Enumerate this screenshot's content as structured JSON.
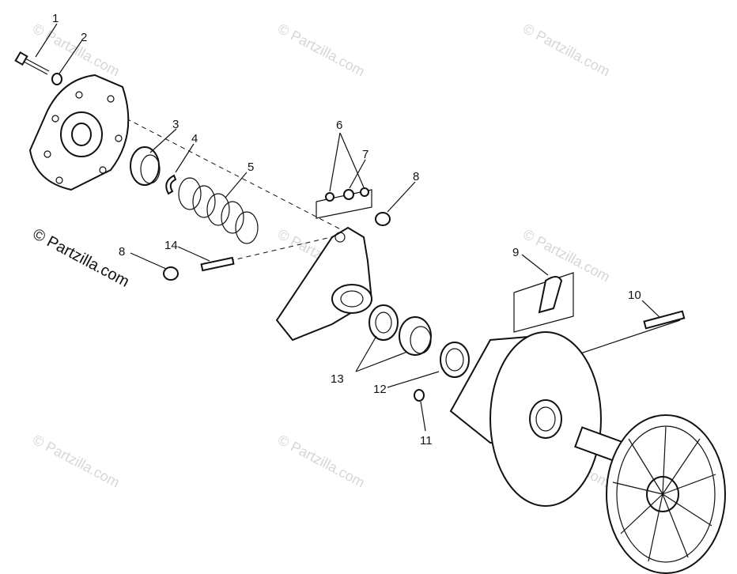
{
  "watermarks": {
    "faint": "© Partzilla.com",
    "main": "© Partzilla.com"
  },
  "callouts": [
    "1",
    "2",
    "3",
    "4",
    "5",
    "6",
    "7",
    "8",
    "8",
    "9",
    "10",
    "11",
    "12",
    "13",
    "14"
  ]
}
